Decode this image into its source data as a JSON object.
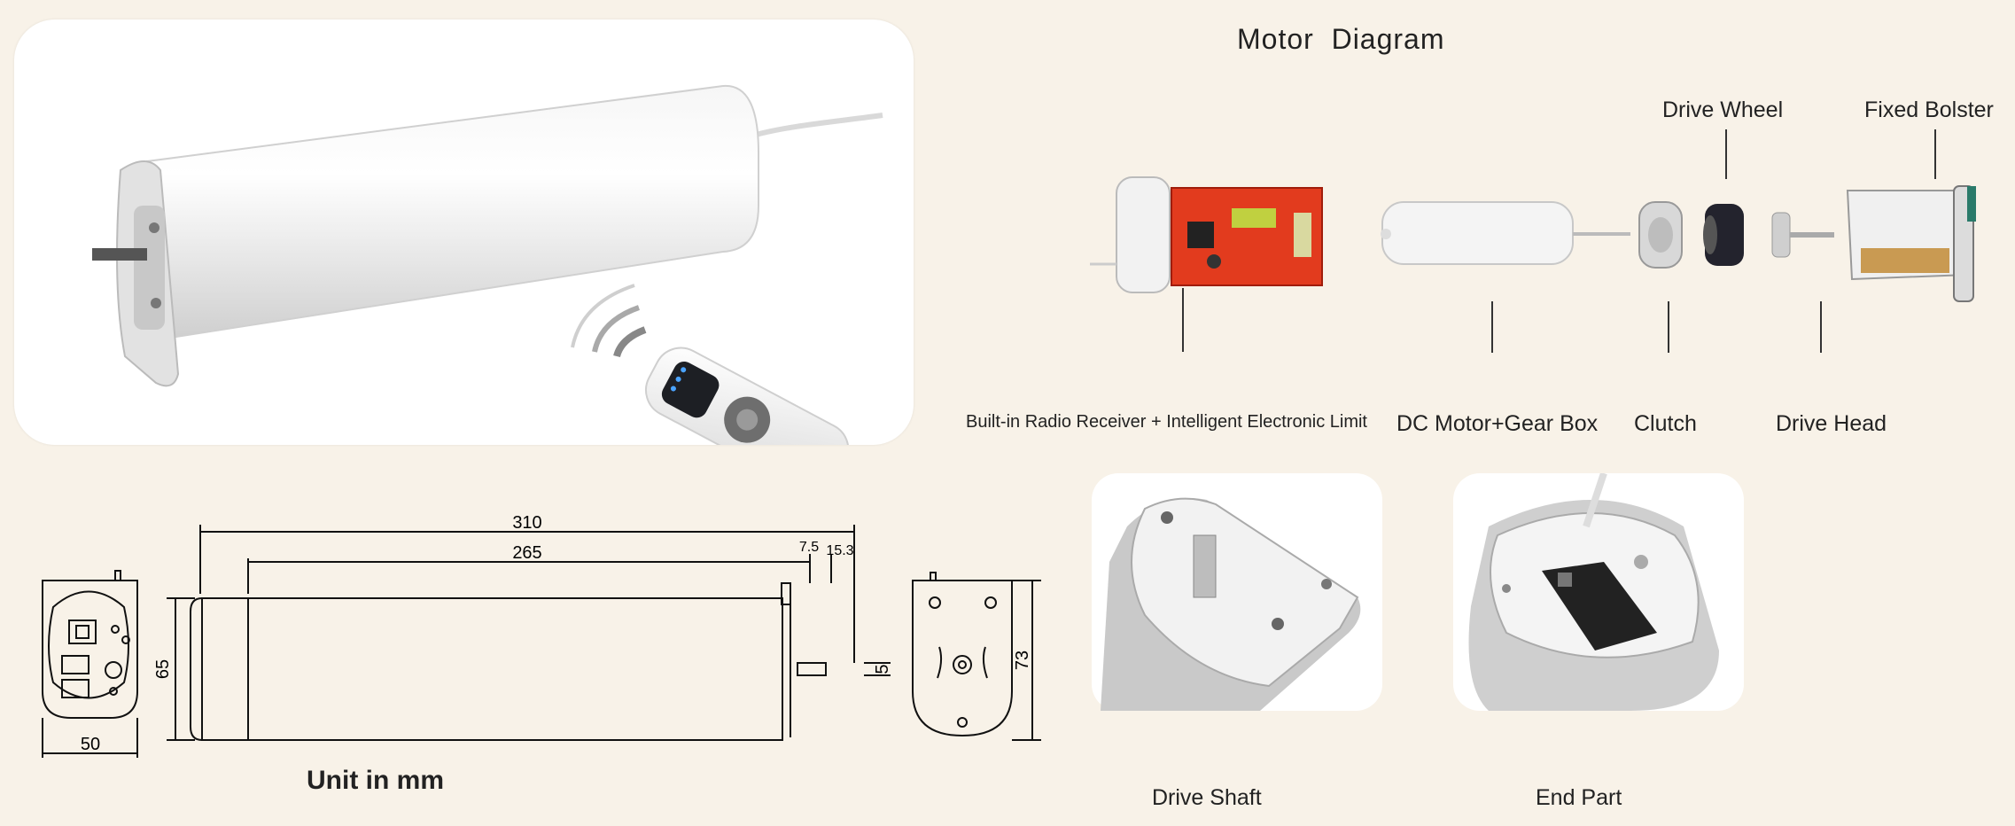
{
  "diagram": {
    "title": "Motor  Diagram",
    "top_labels": {
      "drive_wheel": "Drive Wheel",
      "fixed_bolster": "Fixed Bolster"
    },
    "bottom_labels": {
      "receiver": "Built-in Radio Receiver + Intelligent Electronic Limit",
      "motor_gearbox": "DC Motor+Gear Box",
      "clutch": "Clutch",
      "drive_head": "Drive Head"
    }
  },
  "details": {
    "drive_shaft": "Drive Shaft",
    "end_part": "End Part"
  },
  "drawing": {
    "dims": {
      "overall_length": "310",
      "body_length": "265",
      "d1": "7.5",
      "d2": "15.3",
      "height": "65",
      "shaft": "5",
      "width": "50",
      "end_height": "73"
    },
    "unit_note": "Unit in mm"
  }
}
